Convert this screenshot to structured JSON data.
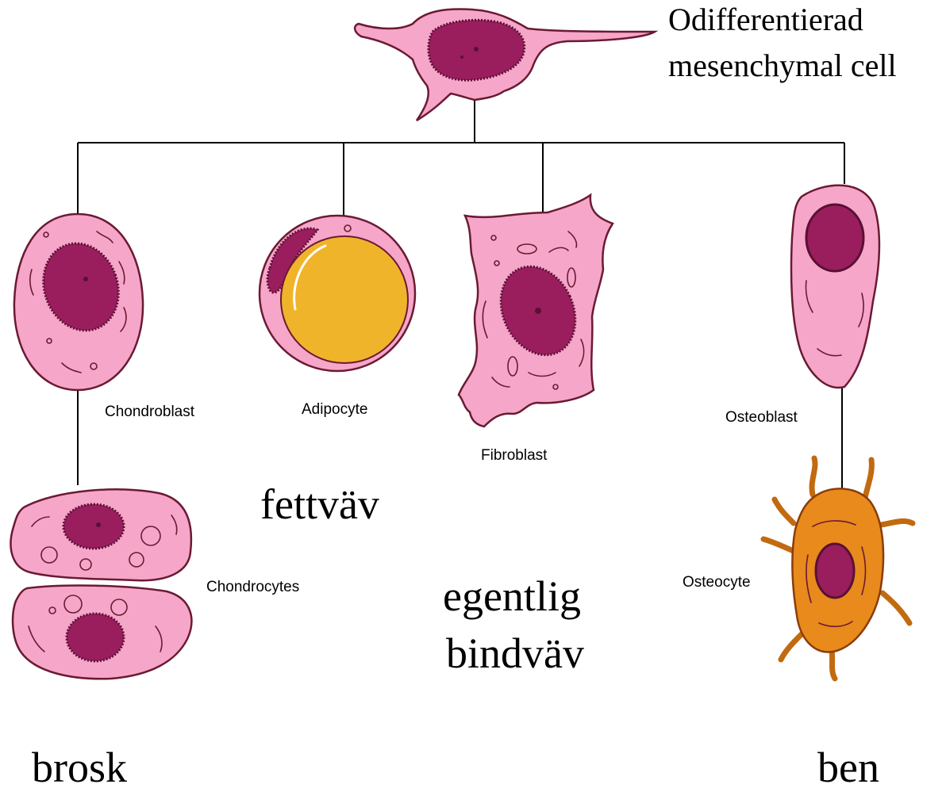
{
  "colors": {
    "cytoplasm": "#f6a6c8",
    "nucleus": "#9a1e5e",
    "nucleus_dark": "#5a1034",
    "outline": "#6b1a33",
    "fat_droplet": "#f0b42a",
    "osteocyte_body": "#e88a1c"
  },
  "root": {
    "label_line1": "Odifferentierad",
    "label_line2": "mesenchymal cell"
  },
  "cells": {
    "chondroblast": "Chondroblast",
    "adipocyte": "Adipocyte",
    "fibroblast": "Fibroblast",
    "osteoblast": "Osteoblast",
    "chondrocytes": "Chondrocytes",
    "osteocyte": "Osteocyte"
  },
  "tissues": {
    "fat": "fettväv",
    "connective_line1": "egentlig",
    "connective_line2": "bindväv",
    "cartilage": "brosk",
    "bone": "ben"
  }
}
